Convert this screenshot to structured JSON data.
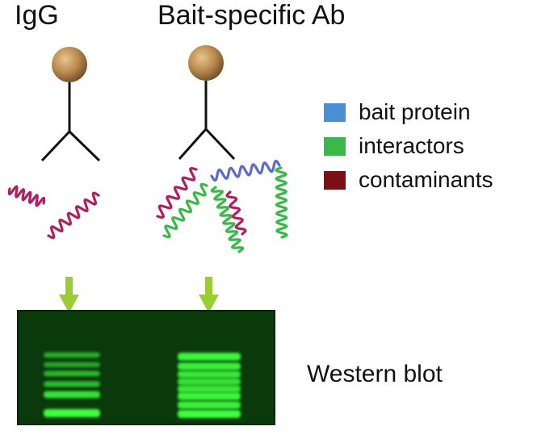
{
  "labels": {
    "igg": "IgG",
    "bait_ab": "Bait-specific Ab",
    "western_blot": "Western blot"
  },
  "legend": [
    {
      "label": "bait protein",
      "color": "#4a8fd4"
    },
    {
      "label": "interactors",
      "color": "#3cb84a"
    },
    {
      "label": "contaminants",
      "color": "#7a0f14"
    }
  ],
  "colors": {
    "bead": "#b8894e",
    "bait_helix": "#5b6bc9",
    "interactor_helix": "#3cb84a",
    "contaminant_helix": "#b02060",
    "arrow": "#9acd32",
    "gel_background": "#0a3a0c",
    "band": "#3dff3d"
  },
  "lanes": [
    {
      "name": "IgG",
      "band_strengths": [
        0.45,
        0.4,
        0.5,
        0.55,
        0.8,
        1.0
      ]
    },
    {
      "name": "Bait-specific Ab",
      "band_strengths": [
        0.95,
        0.9,
        0.85,
        0.8,
        0.85,
        0.95,
        0.9,
        1.0
      ]
    }
  ]
}
